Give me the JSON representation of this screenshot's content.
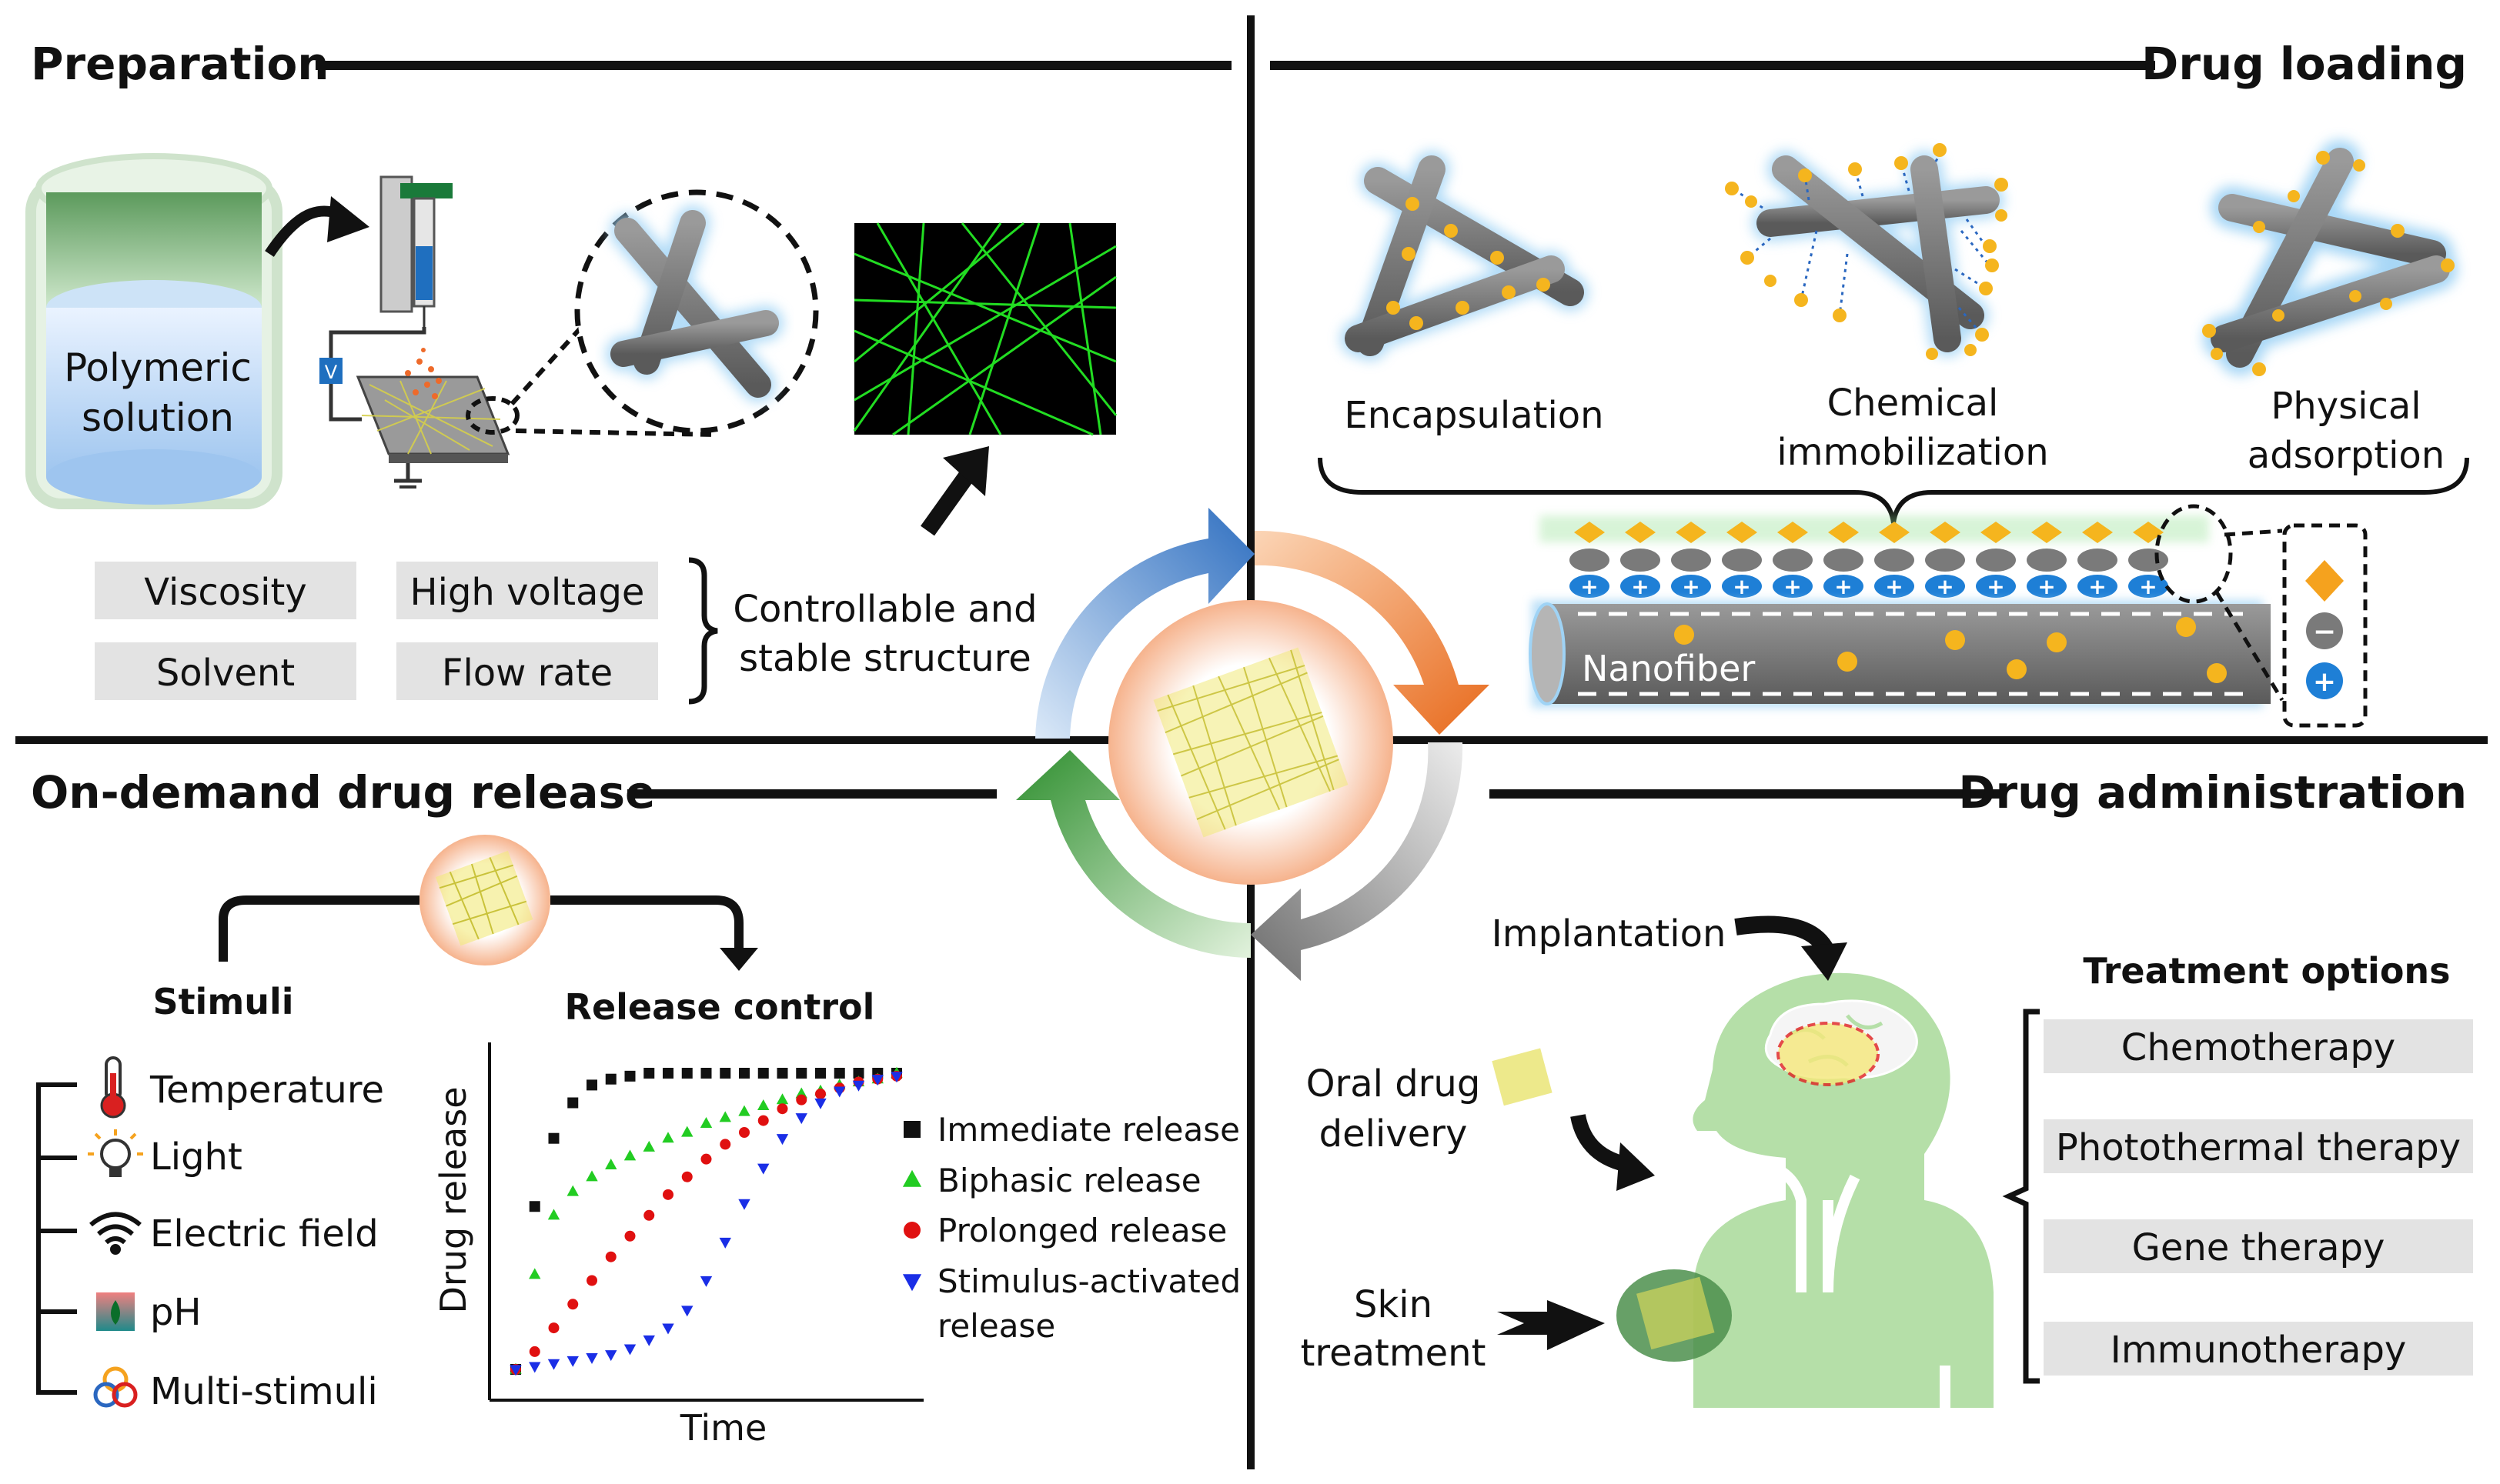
{
  "quadrants": {
    "preparation": {
      "title": "Preparation",
      "solution_label_line1": "Polymeric",
      "solution_label_line2": "solution",
      "voltage_label": "V",
      "parameters": [
        "Viscosity",
        "High voltage",
        "Solvent",
        "Flow rate"
      ],
      "outcome_line1": "Controllable and",
      "outcome_line2": "stable structure"
    },
    "drug_loading": {
      "title": "Drug loading",
      "methods": [
        {
          "line1": "Encapsulation",
          "line2": ""
        },
        {
          "line1": "Chemical",
          "line2": "immobilization"
        },
        {
          "line1": "Physical",
          "line2": "adsorption"
        }
      ],
      "fiber_label": "Nanofiber",
      "charge_plus": "+",
      "charge_minus": "−"
    },
    "release": {
      "title": "On-demand drug release",
      "stimuli_label": "Stimuli",
      "control_label": "Release control",
      "stimuli": [
        "Temperature",
        "Light",
        "Electric field",
        "pH",
        "Multi-stimuli"
      ],
      "legend": [
        {
          "line1": "Immediate release",
          "line2": "",
          "color": "#111111",
          "marker": "square"
        },
        {
          "line1": "Biphasic release",
          "line2": "",
          "color": "#22cc22",
          "marker": "triangle-up"
        },
        {
          "line1": "Prolonged release",
          "line2": "",
          "color": "#e01010",
          "marker": "circle"
        },
        {
          "line1": "Stimulus-activated",
          "line2": "release",
          "color": "#1a2ee6",
          "marker": "triangle-down"
        }
      ],
      "xlabel": "Time",
      "ylabel": "Drug release"
    },
    "administration": {
      "title": "Drug administration",
      "routes": {
        "implantation": "Implantation",
        "oral_line1": "Oral drug",
        "oral_line2": "delivery",
        "skin_line1": "Skin",
        "skin_line2": "treatment"
      },
      "treatment_title": "Treatment options",
      "treatments": [
        "Chemotherapy",
        "Photothermal therapy",
        "Gene therapy",
        "Immunotherapy"
      ]
    }
  },
  "colors": {
    "cycle_blue": "#2f6fc0",
    "cycle_orange": "#f07a2a",
    "cycle_gray": "#7d7d7d",
    "cycle_green": "#3a9a3a",
    "fiber_gray": "#8a8a8a",
    "fiber_glow": "#9fd3f5",
    "drug_yellow": "#f5b51e",
    "mesh_green": "#22dd22",
    "body_green": "#b5dfa8"
  },
  "chart_data": {
    "type": "scatter",
    "title": "",
    "xlabel": "Time",
    "ylabel": "Drug release",
    "x": [
      0,
      1,
      2,
      3,
      4,
      5,
      6,
      7,
      8,
      9,
      10,
      11,
      12,
      13,
      14,
      15,
      16,
      17,
      18,
      19,
      20
    ],
    "series": [
      {
        "name": "Immediate release",
        "values": [
          0.0,
          0.55,
          0.78,
          0.9,
          0.96,
          0.98,
          0.99,
          1.0,
          1.0,
          1.0,
          1.0,
          1.0,
          1.0,
          1.0,
          1.0,
          1.0,
          1.0,
          1.0,
          1.0,
          1.0,
          1.0
        ]
      },
      {
        "name": "Biphasic release",
        "values": [
          0.0,
          0.32,
          0.52,
          0.6,
          0.65,
          0.69,
          0.72,
          0.75,
          0.78,
          0.8,
          0.83,
          0.85,
          0.87,
          0.89,
          0.91,
          0.93,
          0.94,
          0.96,
          0.97,
          0.98,
          1.0
        ]
      },
      {
        "name": "Prolonged release",
        "values": [
          0.0,
          0.06,
          0.14,
          0.22,
          0.3,
          0.38,
          0.45,
          0.52,
          0.59,
          0.65,
          0.71,
          0.76,
          0.8,
          0.84,
          0.88,
          0.91,
          0.93,
          0.95,
          0.97,
          0.98,
          0.99
        ]
      },
      {
        "name": "Stimulus-activated release",
        "values": [
          0.0,
          0.01,
          0.02,
          0.03,
          0.04,
          0.05,
          0.07,
          0.1,
          0.14,
          0.2,
          0.3,
          0.43,
          0.56,
          0.68,
          0.78,
          0.85,
          0.9,
          0.94,
          0.96,
          0.98,
          0.99
        ]
      }
    ],
    "ylim": [
      0,
      1
    ],
    "grid": false,
    "legend": "right"
  }
}
